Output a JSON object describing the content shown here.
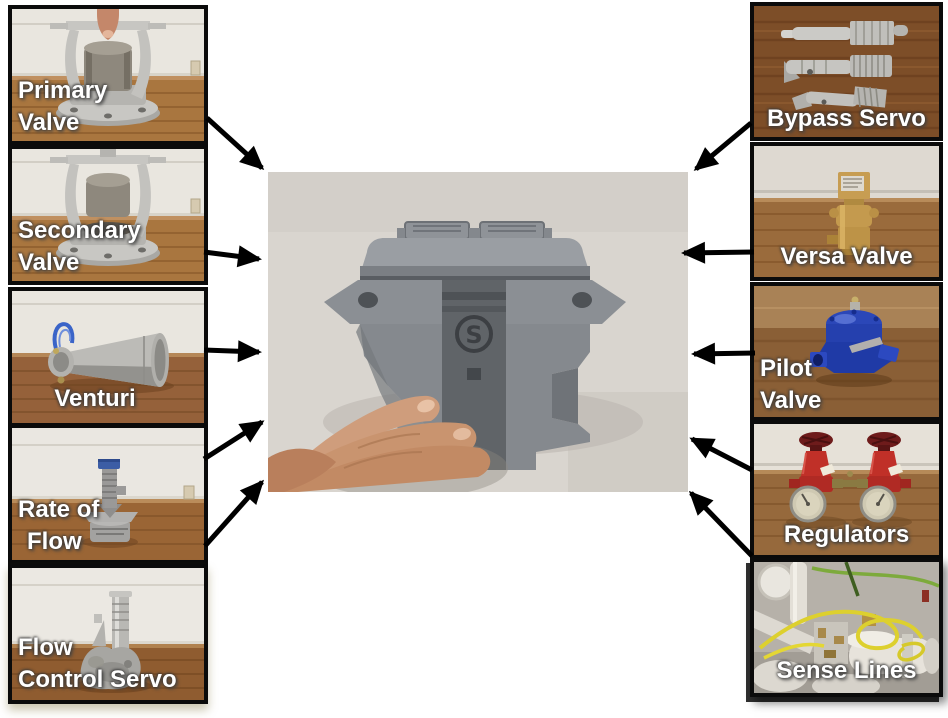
{
  "left_panels": [
    {
      "id": "primary-valve",
      "lines": [
        "Primary",
        "Valve"
      ]
    },
    {
      "id": "secondary-valve",
      "lines": [
        "Secondary",
        "Valve"
      ]
    },
    {
      "id": "venturi",
      "lines": [
        "Venturi"
      ]
    },
    {
      "id": "rate-of-flow",
      "lines": [
        "Rate of",
        "Flow"
      ]
    },
    {
      "id": "flow-control-servo",
      "lines": [
        "Flow",
        "Control Servo"
      ]
    }
  ],
  "right_panels": [
    {
      "id": "bypass-servo",
      "lines": [
        "Bypass Servo"
      ]
    },
    {
      "id": "versa-valve",
      "lines": [
        "Versa Valve"
      ]
    },
    {
      "id": "pilot-valve",
      "lines": [
        "Pilot",
        "Valve"
      ]
    },
    {
      "id": "regulators",
      "lines": [
        "Regulators"
      ]
    },
    {
      "id": "sense-lines",
      "lines": [
        "Sense Lines"
      ]
    }
  ],
  "center": {
    "logo_letter": "S"
  },
  "colors": {
    "background": "#ffffff",
    "panel_border": "#0b0b0b",
    "arrow": "#000000",
    "label_text": "#ffffff",
    "center_photo_bg": "#d9d5cf",
    "device_gray": "#8a8e93",
    "wood_table": "#96643a",
    "wall": "#e9e6df",
    "pilot_valve_blue": "#2b47b8",
    "regulator_red": "#b82a24",
    "versa_valve_brass": "#c49a4e",
    "sense_line_yellow": "#ddd02e"
  }
}
